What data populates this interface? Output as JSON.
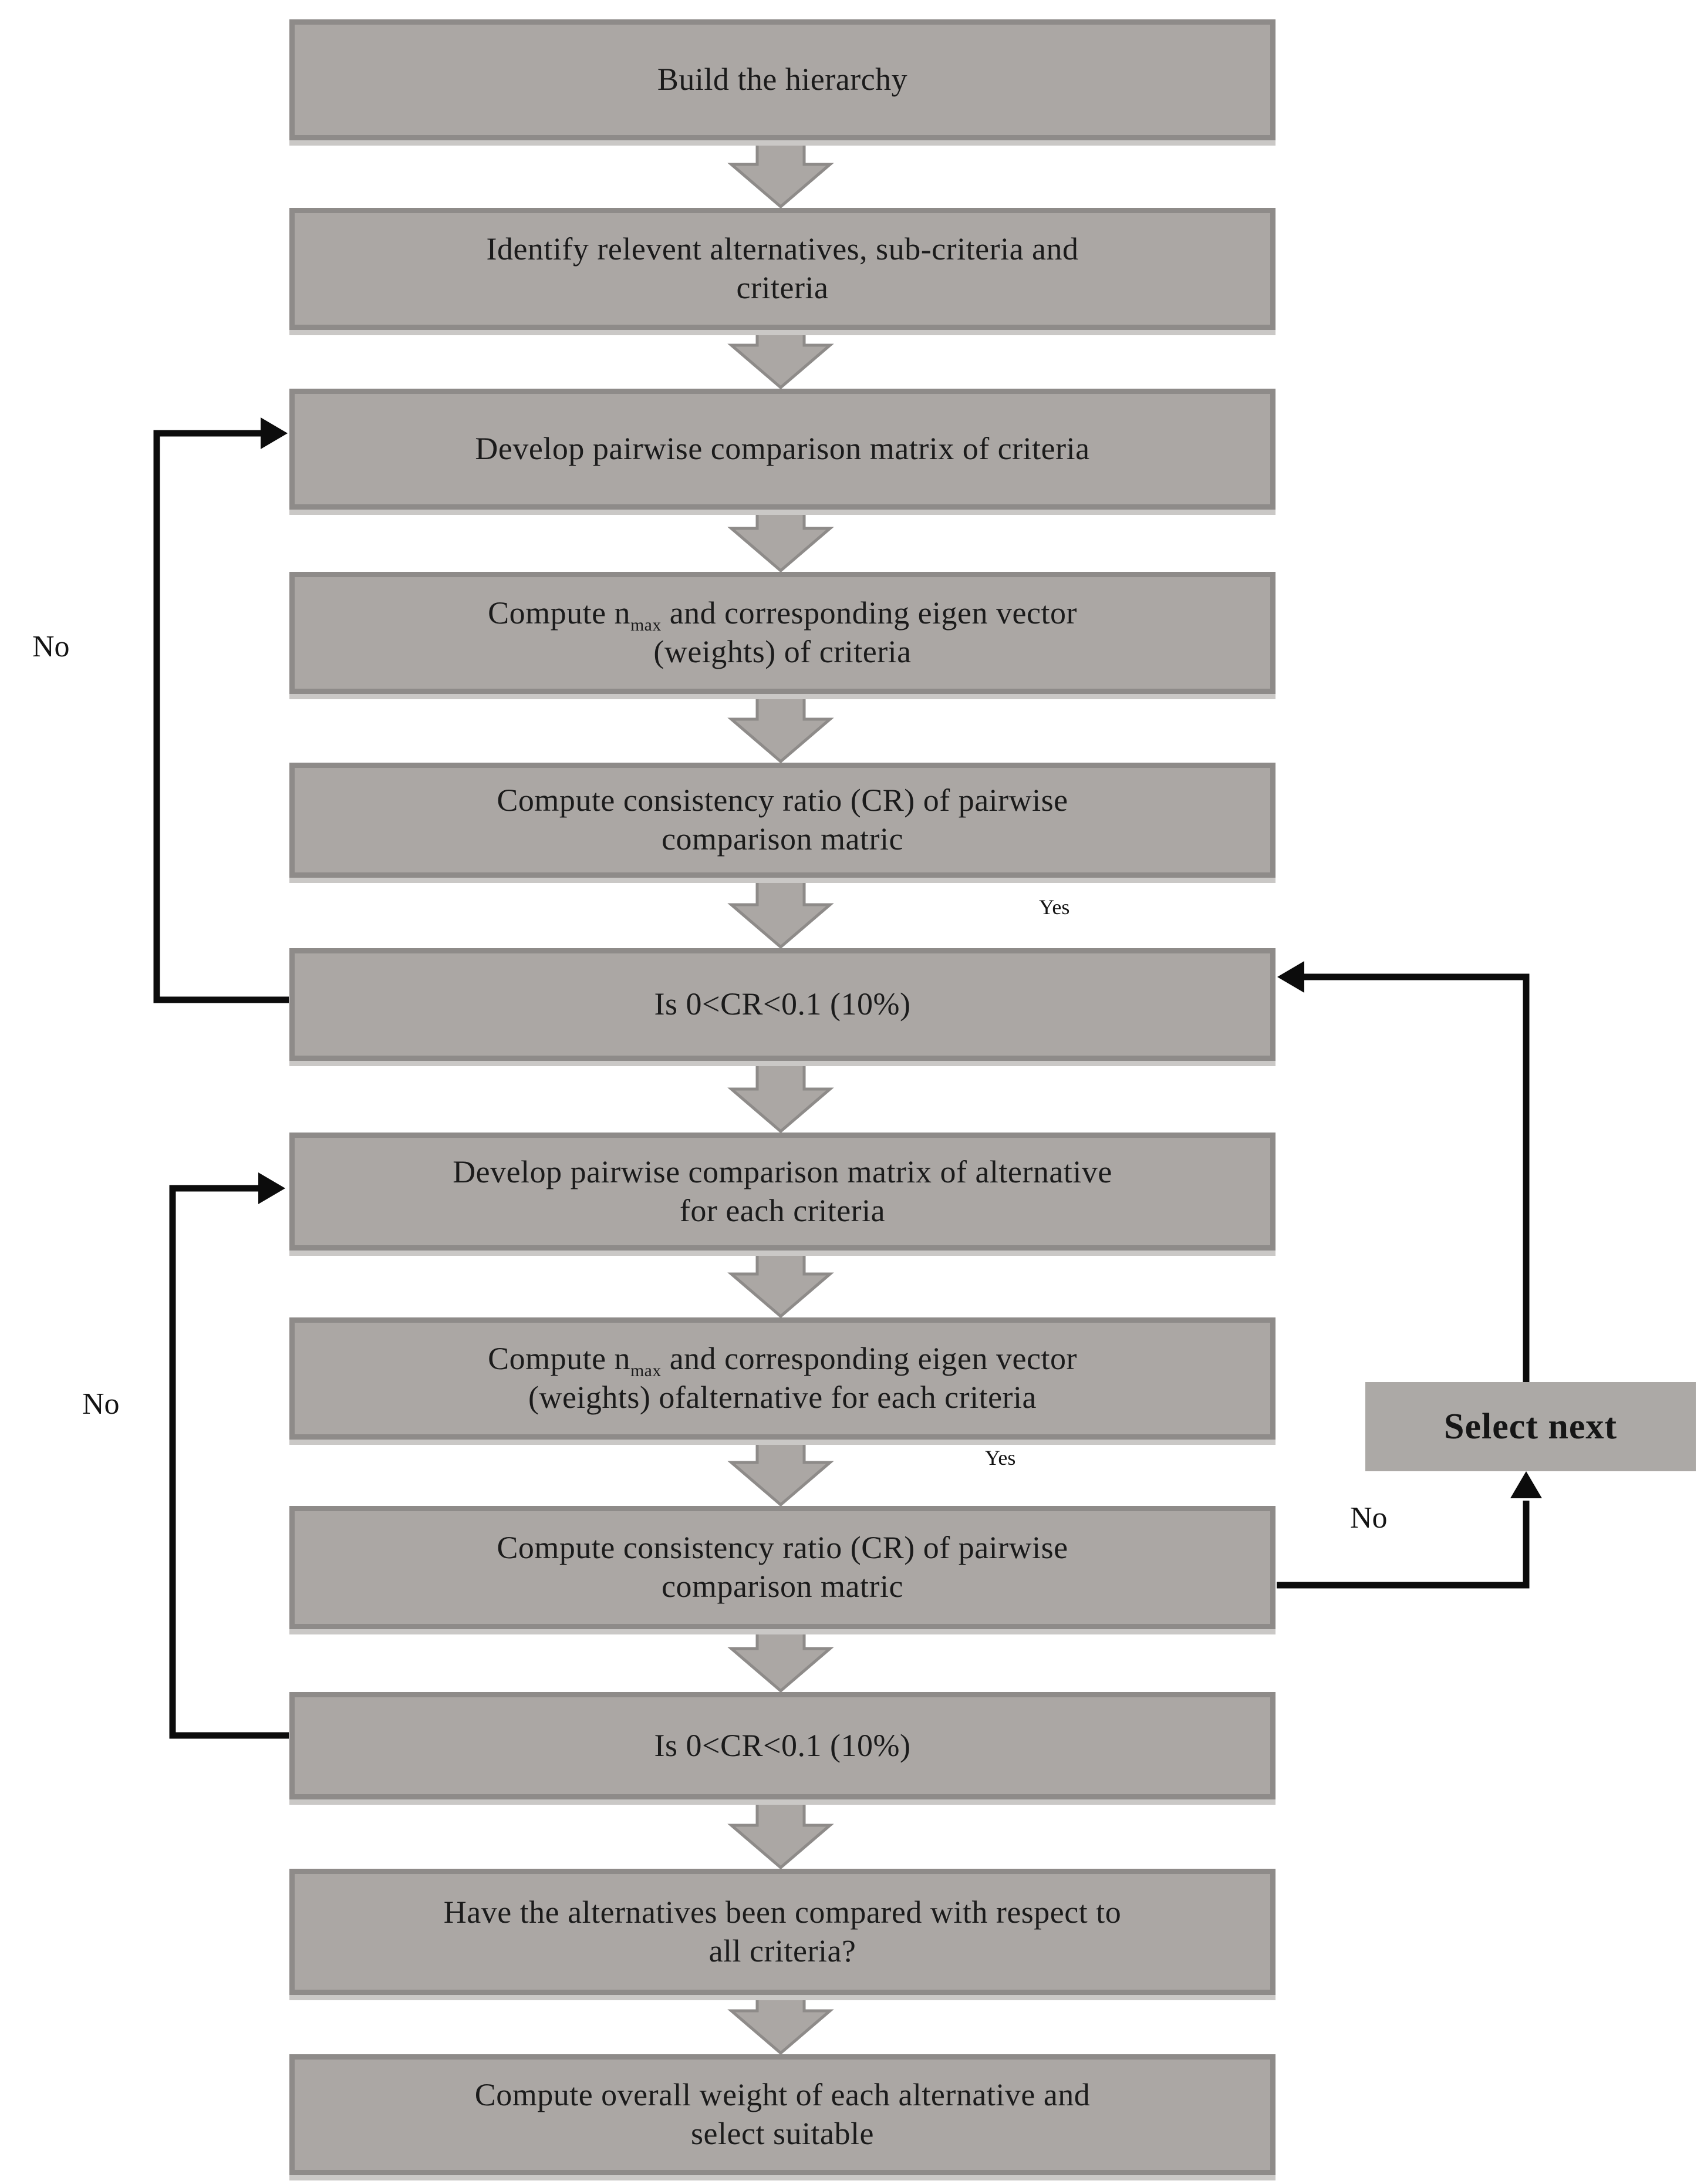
{
  "diagram": {
    "boxes": [
      {
        "id": "build-hierarchy",
        "l1": "Build the hierarchy"
      },
      {
        "id": "identify-alternatives",
        "l1": "Identify relevent alternatives, sub-criteria and",
        "l2": "criteria"
      },
      {
        "id": "pairwise-matrix-criteria",
        "l1": "Develop pairwise comparison matrix  of criteria"
      },
      {
        "id": "compute-nmax-criteria",
        "l1": "Compute n",
        "l1_sub": "max",
        "l1_post": "  and corresponding eigen vector",
        "l2": "(weights) of criteria"
      },
      {
        "id": "consistency-ratio-criteria",
        "l1": "Compute consistency ratio (CR)  of pairwise",
        "l2": "comparison matric"
      },
      {
        "id": "cr-check-criteria",
        "l1": "Is 0<CR<0.1 (10%)"
      },
      {
        "id": "pairwise-matrix-alternative",
        "l1": "Develop pairwise comparison matrix  of alternative",
        "l2": "for each criteria"
      },
      {
        "id": "compute-nmax-alternative",
        "l1": "Compute n",
        "l1_sub": "max",
        "l1_post": "  and corresponding eigen vector",
        "l2": "(weights) ofalternative for each criteria"
      },
      {
        "id": "consistency-ratio-alternative",
        "l1": "Compute consistency ratio (CR)  of pairwise",
        "l2": "comparison matric"
      },
      {
        "id": "cr-check-alternative",
        "l1": "Is 0<CR<0.1 (10%)"
      },
      {
        "id": "all-criteria-compared",
        "l1": "Have the alternatives been compared with respect to",
        "l2": "all criteria?"
      },
      {
        "id": "compute-overall-weight",
        "l1": "Compute overall weight of each alternative and",
        "l2": "select suitable"
      }
    ],
    "labels": {
      "yes_upper": "Yes",
      "yes_lower": "Yes",
      "no_left_upper": "No",
      "no_left_lower": "No",
      "no_right": "No"
    },
    "select_next": "Select next",
    "colors": {
      "box_fill": "#ABA7A4",
      "box_border": "#8E8B89",
      "box_bottom_shadow": "#CAC8C6",
      "connector_line": "#0C0C0C",
      "text": "#1B1B1B",
      "background": "#FFFFFF"
    }
  }
}
